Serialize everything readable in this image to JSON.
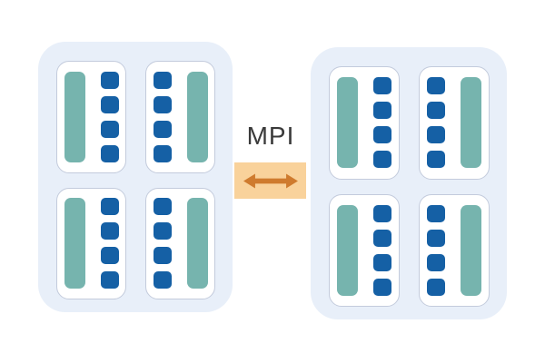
{
  "connector": {
    "label": "MPI",
    "arrow_icon": "bidirectional-arrow-icon",
    "background_color": "#F9D29B",
    "arrow_color": "#CF7B2E",
    "label_color": "#3A3A3A"
  },
  "colors": {
    "page_background": "#FFFFFF",
    "node_background": "#E8EFF9",
    "card_background": "#FFFFFF",
    "card_border": "#C3CBDC",
    "bar_color": "#76B4AE",
    "square_color": "#1560A5"
  },
  "nodes": [
    {
      "id": "node-left",
      "cards": [
        {
          "orientation": "bar-left",
          "squares": 4
        },
        {
          "orientation": "bar-right",
          "squares": 4
        },
        {
          "orientation": "bar-left",
          "squares": 4
        },
        {
          "orientation": "bar-right",
          "squares": 4
        }
      ]
    },
    {
      "id": "node-right",
      "cards": [
        {
          "orientation": "bar-left",
          "squares": 4
        },
        {
          "orientation": "bar-right",
          "squares": 4
        },
        {
          "orientation": "bar-left",
          "squares": 4
        },
        {
          "orientation": "bar-right",
          "squares": 4
        }
      ]
    }
  ]
}
